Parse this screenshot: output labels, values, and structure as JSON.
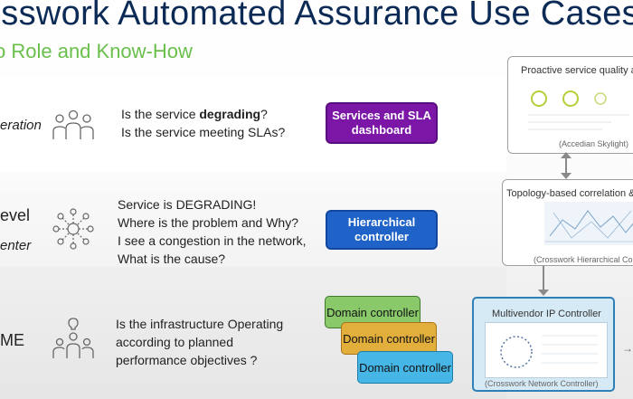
{
  "header": {
    "title": "csswork Automated Assurance Use Cases",
    "subtitle": "o Role and Know-How"
  },
  "rows": [
    {
      "role_label": "eration",
      "icon": "people-group-icon",
      "question_lines": [
        {
          "pre": "Is the service ",
          "bold": "degrading",
          "post": "?"
        },
        {
          "pre": "Is the service meeting SLAs?",
          "bold": "",
          "post": ""
        }
      ],
      "button_line1": "Services and SLA",
      "button_line2": "dashboard"
    },
    {
      "role_label": "evel",
      "role_label_2": "enter",
      "icon": "people-network-icon",
      "question_lines": [
        {
          "pre": "Service is DEGRADING!",
          "bold": "",
          "post": ""
        },
        {
          "pre": "Where is the problem and Why?",
          "bold": "",
          "post": ""
        },
        {
          "pre": "I see a congestion in the network,",
          "bold": "",
          "post": ""
        },
        {
          "pre": "What is the cause?",
          "bold": "",
          "post": ""
        }
      ],
      "button_line1": "Hierarchical",
      "button_line2": "controller"
    },
    {
      "role_label": "ME",
      "icon": "experts-group-icon",
      "question_lines": [
        {
          "pre": "Is the infrastructure ",
          "bold": "Operating",
          "post": ""
        },
        {
          "pre": "according to planned",
          "bold": "",
          "post": ""
        },
        {
          "pre": "performance objectives ?",
          "bold": "",
          "post": ""
        }
      ],
      "domain_controllers": [
        "Domain controller",
        "Domain controller",
        "Domain controller"
      ]
    }
  ],
  "panels": {
    "top_title": "Proactive service quality a",
    "top_footer": "(Accedian Skylight)",
    "mid_title": "Topology-based correlation &",
    "mid_footer": "(Crosswork Hierarchical Contr",
    "bottom_title": "Multivendor IP Controller",
    "bottom_footer": "(Crosswork Network Controller)"
  },
  "colors": {
    "title": "#0b2a55",
    "subtitle": "#6abf4b",
    "purple_button": "#7b16a6",
    "blue_button": "#1f63c8",
    "domain_green": "#89c96a",
    "domain_orange": "#e2ae3c",
    "domain_blue": "#45b6e6"
  }
}
